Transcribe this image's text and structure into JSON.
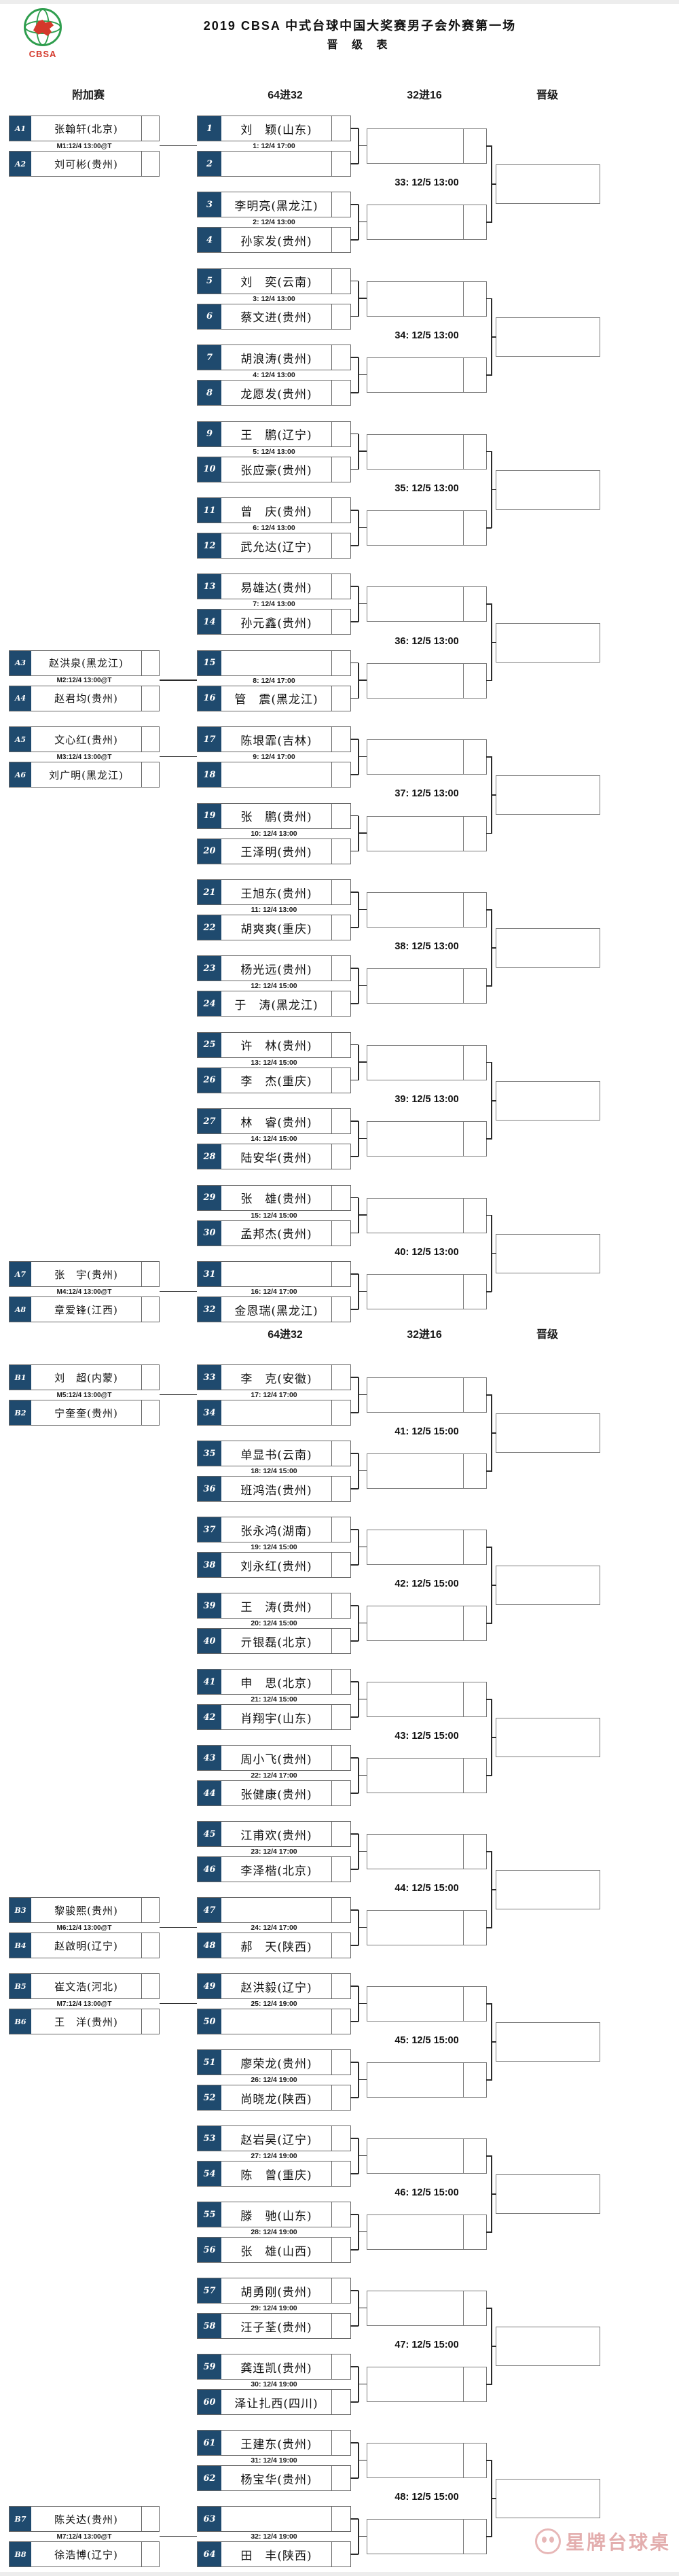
{
  "colors": {
    "navy": "#1f4a6e",
    "bord": "#666666",
    "bord2": "#7a7a7a",
    "green": "#2f9e4e",
    "red": "#d4392c",
    "pink": "#dfa0a0"
  },
  "header": {
    "title_line1": "2019 CBSA 中式台球中国大奖赛男子会外赛第一场",
    "title_line2": "晋 级 表",
    "logo_text": "CBSA"
  },
  "columns": {
    "playoff": "附加赛",
    "r64": "64进32",
    "r32": "32进16",
    "advance": "晋级"
  },
  "watermark": {
    "text": "星牌台球桌"
  },
  "groups": [
    {
      "r32_time": "33: 12/5 13:00",
      "matches": [
        {
          "top_slot": "1",
          "top_name": "刘　颖(山东)",
          "time": "1: 12/4 17:00",
          "bottom_slot": "2",
          "bottom_name": ""
        },
        {
          "top_slot": "3",
          "top_name": "李明亮(黑龙江)",
          "time": "2: 12/4 13:00",
          "bottom_slot": "4",
          "bottom_name": "孙家发(贵州)"
        }
      ]
    },
    {
      "r32_time": "34: 12/5 13:00",
      "matches": [
        {
          "top_slot": "5",
          "top_name": "刘　奕(云南)",
          "time": "3: 12/4 13:00",
          "bottom_slot": "6",
          "bottom_name": "蔡文进(贵州)"
        },
        {
          "top_slot": "7",
          "top_name": "胡浪涛(贵州)",
          "time": "4: 12/4 13:00",
          "bottom_slot": "8",
          "bottom_name": "龙愿发(贵州)"
        }
      ]
    },
    {
      "r32_time": "35: 12/5 13:00",
      "matches": [
        {
          "top_slot": "9",
          "top_name": "王　鹏(辽宁)",
          "time": "5: 12/4 13:00",
          "bottom_slot": "10",
          "bottom_name": "张应豪(贵州)"
        },
        {
          "top_slot": "11",
          "top_name": "曾　庆(贵州)",
          "time": "6: 12/4 13:00",
          "bottom_slot": "12",
          "bottom_name": "武允达(辽宁)"
        }
      ]
    },
    {
      "r32_time": "36: 12/5 13:00",
      "matches": [
        {
          "top_slot": "13",
          "top_name": "易雄达(贵州)",
          "time": "7: 12/4 13:00",
          "bottom_slot": "14",
          "bottom_name": "孙元鑫(贵州)"
        },
        {
          "top_slot": "15",
          "top_name": "",
          "time": "8: 12/4 17:00",
          "bottom_slot": "16",
          "bottom_name": "管　震(黑龙江)"
        }
      ]
    },
    {
      "r32_time": "37: 12/5 13:00",
      "matches": [
        {
          "top_slot": "17",
          "top_name": "陈垠霏(吉林)",
          "time": "9: 12/4 17:00",
          "bottom_slot": "18",
          "bottom_name": ""
        },
        {
          "top_slot": "19",
          "top_name": "张　鹏(贵州)",
          "time": "10: 12/4 13:00",
          "bottom_slot": "20",
          "bottom_name": "王泽明(贵州)"
        }
      ]
    },
    {
      "r32_time": "38: 12/5 13:00",
      "matches": [
        {
          "top_slot": "21",
          "top_name": "王旭东(贵州)",
          "time": "11: 12/4 13:00",
          "bottom_slot": "22",
          "bottom_name": "胡爽爽(重庆)"
        },
        {
          "top_slot": "23",
          "top_name": "杨光远(贵州)",
          "time": "12: 12/4 15:00",
          "bottom_slot": "24",
          "bottom_name": "于　涛(黑龙江)"
        }
      ]
    },
    {
      "r32_time": "39: 12/5 13:00",
      "matches": [
        {
          "top_slot": "25",
          "top_name": "许　林(贵州)",
          "time": "13: 12/4 15:00",
          "bottom_slot": "26",
          "bottom_name": "李　杰(重庆)"
        },
        {
          "top_slot": "27",
          "top_name": "林　睿(贵州)",
          "time": "14: 12/4 15:00",
          "bottom_slot": "28",
          "bottom_name": "陆安华(贵州)"
        }
      ]
    },
    {
      "r32_time": "40: 12/5 13:00",
      "matches": [
        {
          "top_slot": "29",
          "top_name": "张　雄(贵州)",
          "time": "15: 12/4 15:00",
          "bottom_slot": "30",
          "bottom_name": "孟邦杰(贵州)"
        },
        {
          "top_slot": "31",
          "top_name": "",
          "time": "16: 12/4 17:00",
          "bottom_slot": "32",
          "bottom_name": "金恩瑞(黑龙江)"
        }
      ]
    },
    {
      "r32_time": "41: 12/5 15:00",
      "matches": [
        {
          "top_slot": "33",
          "top_name": "李　克(安徽)",
          "time": "17: 12/4 17:00",
          "bottom_slot": "34",
          "bottom_name": ""
        },
        {
          "top_slot": "35",
          "top_name": "单显书(云南)",
          "time": "18: 12/4 15:00",
          "bottom_slot": "36",
          "bottom_name": "班鸿浩(贵州)"
        }
      ]
    },
    {
      "r32_time": "42: 12/5 15:00",
      "matches": [
        {
          "top_slot": "37",
          "top_name": "张永鸿(湖南)",
          "time": "19: 12/4 15:00",
          "bottom_slot": "38",
          "bottom_name": "刘永红(贵州)"
        },
        {
          "top_slot": "39",
          "top_name": "王　涛(贵州)",
          "time": "20: 12/4 15:00",
          "bottom_slot": "40",
          "bottom_name": "亓银磊(北京)"
        }
      ]
    },
    {
      "r32_time": "43: 12/5 15:00",
      "matches": [
        {
          "top_slot": "41",
          "top_name": "申　思(北京)",
          "time": "21: 12/4 15:00",
          "bottom_slot": "42",
          "bottom_name": "肖翔宇(山东)"
        },
        {
          "top_slot": "43",
          "top_name": "周小飞(贵州)",
          "time": "22: 12/4 17:00",
          "bottom_slot": "44",
          "bottom_name": "张健康(贵州)"
        }
      ]
    },
    {
      "r32_time": "44: 12/5 15:00",
      "matches": [
        {
          "top_slot": "45",
          "top_name": "江甫欢(贵州)",
          "time": "23: 12/4 17:00",
          "bottom_slot": "46",
          "bottom_name": "李泽楷(北京)"
        },
        {
          "top_slot": "47",
          "top_name": "",
          "time": "24: 12/4 17:00",
          "bottom_slot": "48",
          "bottom_name": "郝　天(陕西)"
        }
      ]
    },
    {
      "r32_time": "45: 12/5 15:00",
      "matches": [
        {
          "top_slot": "49",
          "top_name": "赵洪毅(辽宁)",
          "time": "25: 12/4 19:00",
          "bottom_slot": "50",
          "bottom_name": ""
        },
        {
          "top_slot": "51",
          "top_name": "廖荣龙(贵州)",
          "time": "26: 12/4 19:00",
          "bottom_slot": "52",
          "bottom_name": "尚晓龙(陕西)"
        }
      ]
    },
    {
      "r32_time": "46: 12/5 15:00",
      "matches": [
        {
          "top_slot": "53",
          "top_name": "赵岩昊(辽宁)",
          "time": "27: 12/4 19:00",
          "bottom_slot": "54",
          "bottom_name": "陈　曾(重庆)"
        },
        {
          "top_slot": "55",
          "top_name": "滕　驰(山东)",
          "time": "28: 12/4 19:00",
          "bottom_slot": "56",
          "bottom_name": "张　雄(山西)"
        }
      ]
    },
    {
      "r32_time": "47: 12/5 15:00",
      "matches": [
        {
          "top_slot": "57",
          "top_name": "胡勇刚(贵州)",
          "time": "29: 12/4 19:00",
          "bottom_slot": "58",
          "bottom_name": "汪子荃(贵州)"
        },
        {
          "top_slot": "59",
          "top_name": "龚连凯(贵州)",
          "time": "30: 12/4 19:00",
          "bottom_slot": "60",
          "bottom_name": "泽让扎西(四川)"
        }
      ]
    },
    {
      "r32_time": "48: 12/5 15:00",
      "matches": [
        {
          "top_slot": "61",
          "top_name": "王建东(贵州)",
          "time": "31: 12/4 19:00",
          "bottom_slot": "62",
          "bottom_name": "杨宝华(贵州)"
        },
        {
          "top_slot": "63",
          "top_name": "",
          "time": "32: 12/4 19:00",
          "bottom_slot": "64",
          "bottom_name": "田　丰(陕西)"
        }
      ]
    }
  ],
  "playoffs": [
    {
      "top_id": "A1",
      "top_name": "张翰轩(北京)",
      "time": "M1:12/4 13:00@T",
      "bottom_id": "A2",
      "bottom_name": "刘可彬(贵州)",
      "align_match": 0
    },
    {
      "top_id": "A3",
      "top_name": "赵洪泉(黑龙江)",
      "time": "M2:12/4 13:00@T",
      "bottom_id": "A4",
      "bottom_name": "赵君均(贵州)",
      "align_match": 7
    },
    {
      "top_id": "A5",
      "top_name": "文心红(贵州)",
      "time": "M3:12/4 13:00@T",
      "bottom_id": "A6",
      "bottom_name": "刘广明(黑龙江)",
      "align_match": 8
    },
    {
      "top_id": "A7",
      "top_name": "张　宇(贵州)",
      "time": "M4:12/4 13:00@T",
      "bottom_id": "A8",
      "bottom_name": "章爱锋(江西)",
      "align_match": 15
    },
    {
      "top_id": "B1",
      "top_name": "刘　超(内蒙)",
      "time": "M5:12/4 13:00@T",
      "bottom_id": "B2",
      "bottom_name": "宁奎奎(贵州)",
      "align_match": 16
    },
    {
      "top_id": "B3",
      "top_name": "黎骏熙(贵州)",
      "time": "M6:12/4 13:00@T",
      "bottom_id": "B4",
      "bottom_name": "赵啟明(辽宁)",
      "align_match": 23
    },
    {
      "top_id": "B5",
      "top_name": "崔文浩(河北)",
      "time": "M7:12/4 13:00@T",
      "bottom_id": "B6",
      "bottom_name": "王　洋(贵州)",
      "align_match": 24
    },
    {
      "top_id": "B7",
      "top_name": "陈关达(贵州)",
      "time": "M7:12/4 13:00@T",
      "bottom_id": "B8",
      "bottom_name": "徐浩博(辽宁)",
      "align_match": 31
    }
  ]
}
